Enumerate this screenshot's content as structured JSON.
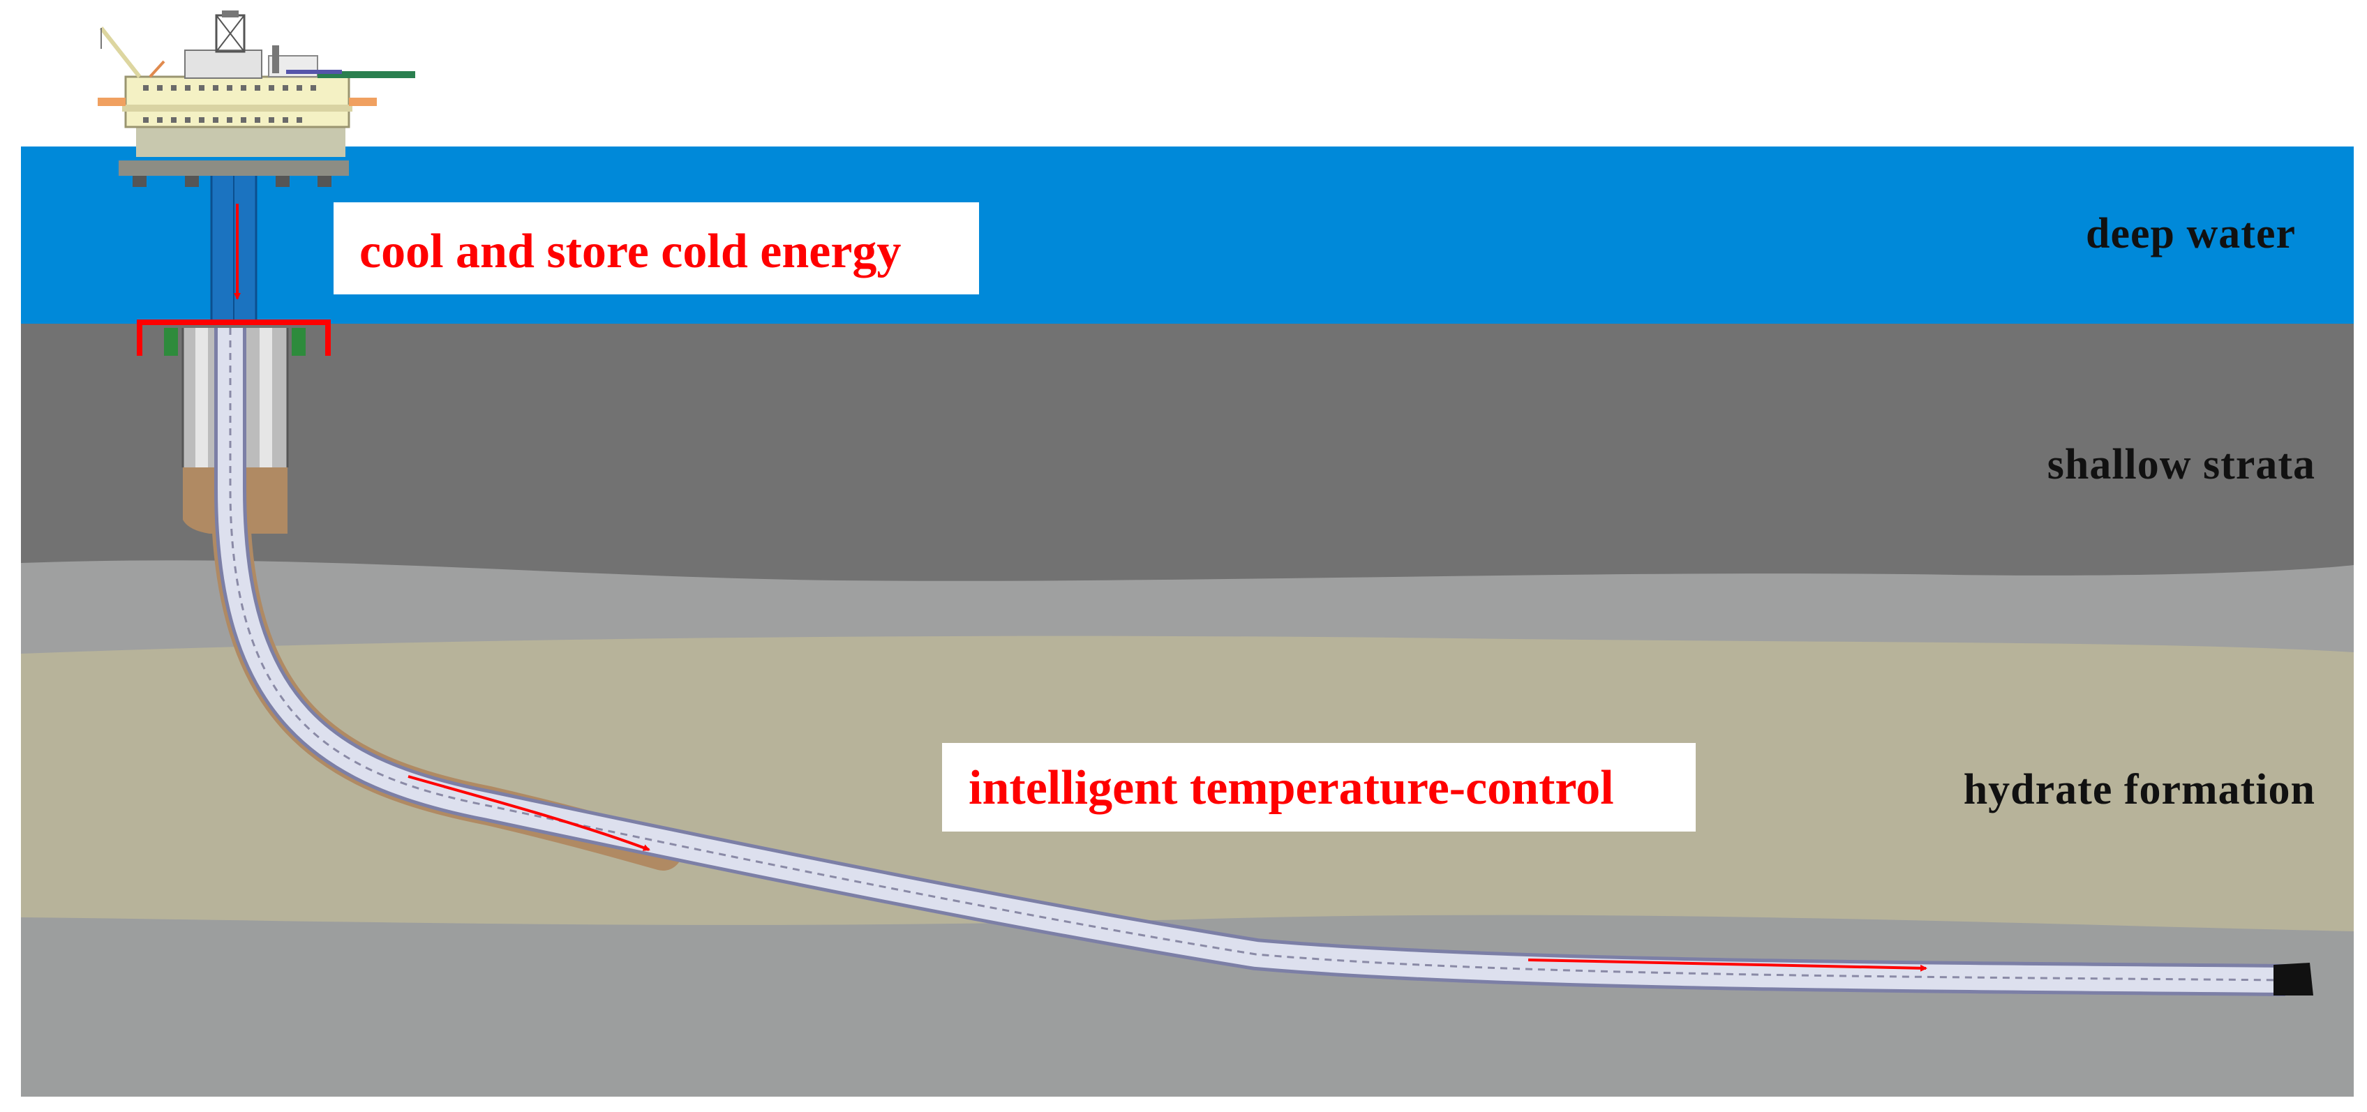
{
  "layers": {
    "deep_water": {
      "label": "deep water",
      "color": "#0089d9"
    },
    "shallow_strata": {
      "label": "shallow strata",
      "color": "#727272"
    },
    "hydrate_formation": {
      "label": "hydrate formation",
      "color": "#b7b39a"
    },
    "transition_band": {
      "color": "#9fa0a0"
    },
    "base_strata": {
      "color": "#9c9e9e"
    }
  },
  "callouts": {
    "cooling": {
      "text": "cool and store cold energy"
    },
    "control": {
      "text": "intelligent temperature-control"
    }
  },
  "colors": {
    "annotation_red": "#ff0000",
    "wellhead_green": "#2e8b3c",
    "cement_brown": "#b08a63",
    "pipe_fill": "#dde0ee",
    "pipe_edge": "#7c7fa6",
    "drill_bit": "#111111"
  },
  "icons": {
    "platform": "offshore-drilling-platform-icon",
    "drill_bit": "drill-bit-icon",
    "flow_arrow": "red-flow-arrow"
  }
}
